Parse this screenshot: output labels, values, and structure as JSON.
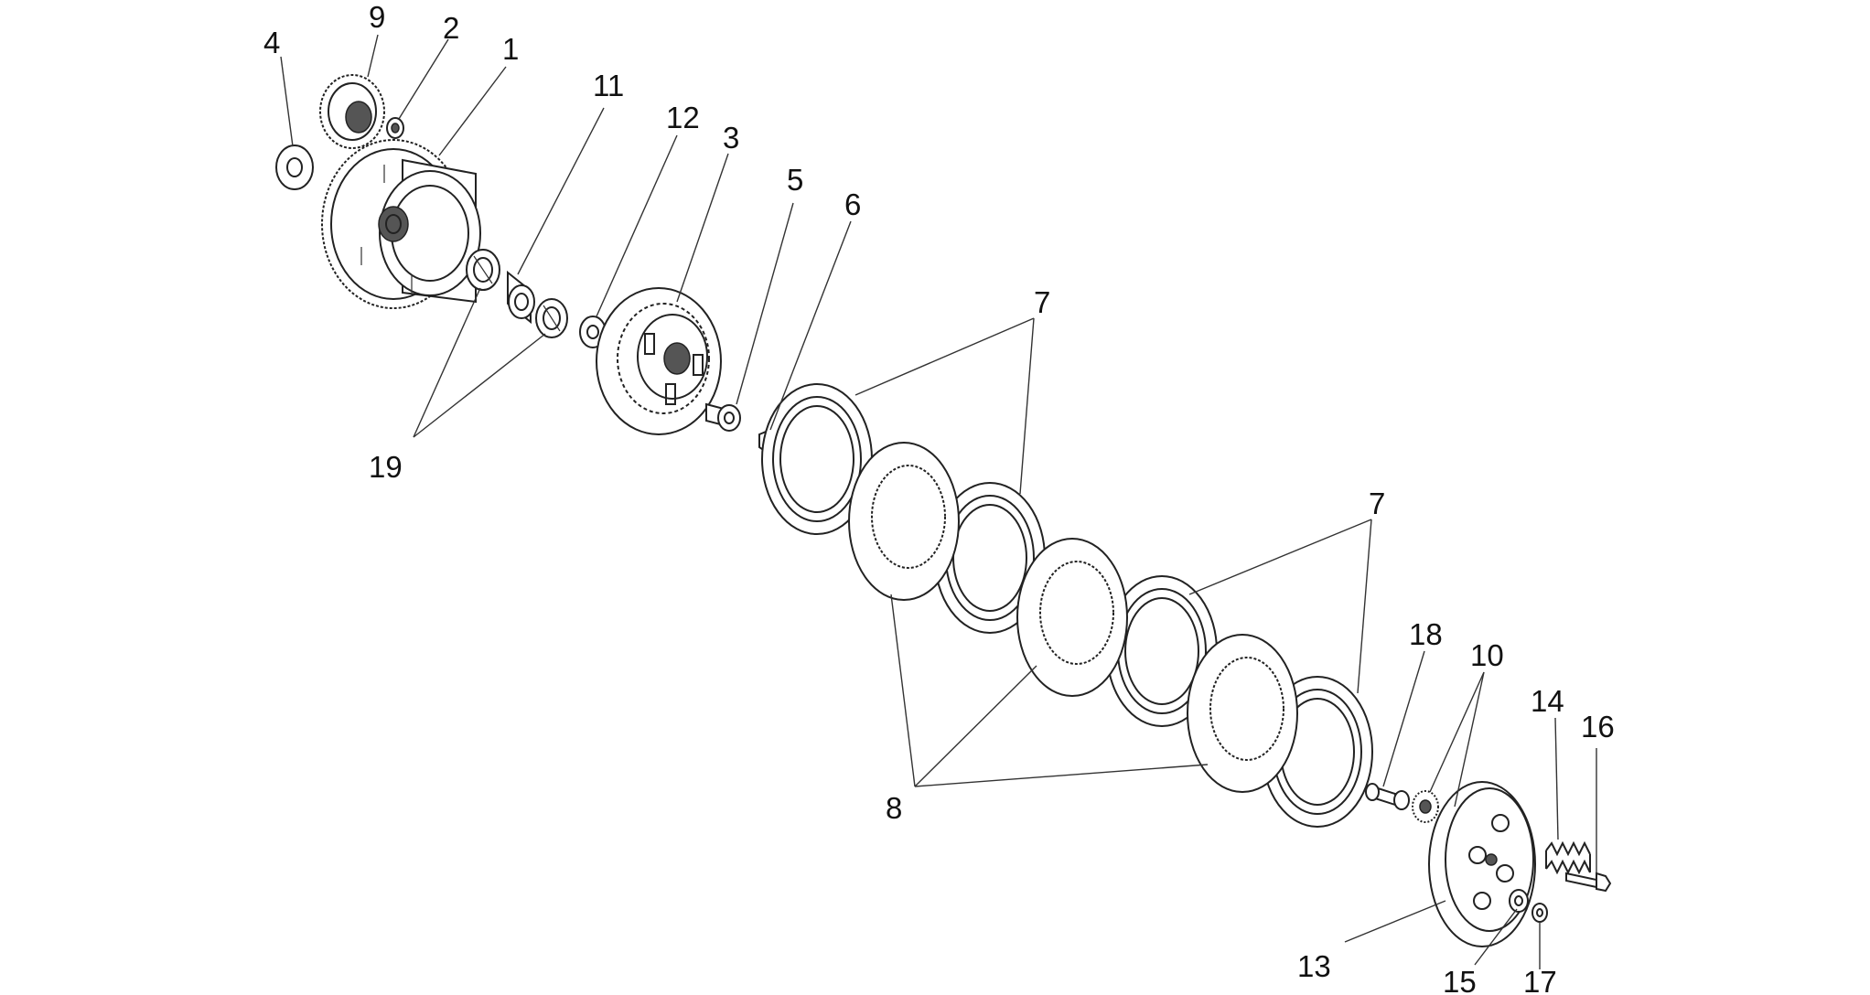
{
  "diagram": {
    "callouts": [
      {
        "id": "c4",
        "label": "4"
      },
      {
        "id": "c9",
        "label": "9"
      },
      {
        "id": "c2",
        "label": "2"
      },
      {
        "id": "c1",
        "label": "1"
      },
      {
        "id": "c11",
        "label": "11"
      },
      {
        "id": "c12",
        "label": "12"
      },
      {
        "id": "c3",
        "label": "3"
      },
      {
        "id": "c5",
        "label": "5"
      },
      {
        "id": "c6",
        "label": "6"
      },
      {
        "id": "c7a",
        "label": "7"
      },
      {
        "id": "c19",
        "label": "19"
      },
      {
        "id": "c7b",
        "label": "7"
      },
      {
        "id": "c18",
        "label": "18"
      },
      {
        "id": "c10",
        "label": "10"
      },
      {
        "id": "c14",
        "label": "14"
      },
      {
        "id": "c16",
        "label": "16"
      },
      {
        "id": "c8",
        "label": "8"
      },
      {
        "id": "c13",
        "label": "13"
      },
      {
        "id": "c15",
        "label": "15"
      },
      {
        "id": "c17",
        "label": "17"
      }
    ]
  }
}
